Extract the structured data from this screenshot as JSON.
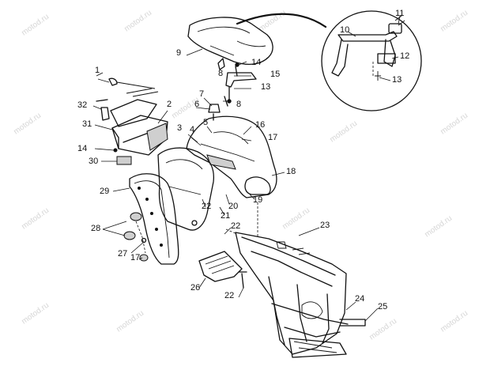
{
  "watermark": "motod.ru",
  "callouts": [
    {
      "id": "c1",
      "text": "1"
    },
    {
      "id": "c2",
      "text": "2"
    },
    {
      "id": "c3",
      "text": "3"
    },
    {
      "id": "c4",
      "text": "4"
    },
    {
      "id": "c5",
      "text": "5"
    },
    {
      "id": "c6",
      "text": "6"
    },
    {
      "id": "c7",
      "text": "7"
    },
    {
      "id": "c8a",
      "text": "8"
    },
    {
      "id": "c8b",
      "text": "8"
    },
    {
      "id": "c9",
      "text": "9"
    },
    {
      "id": "c10",
      "text": "10"
    },
    {
      "id": "c11",
      "text": "11"
    },
    {
      "id": "c12",
      "text": "12"
    },
    {
      "id": "c13a",
      "text": "13"
    },
    {
      "id": "c13b",
      "text": "13"
    },
    {
      "id": "c14a",
      "text": "14"
    },
    {
      "id": "c14b",
      "text": "14"
    },
    {
      "id": "c15",
      "text": "15"
    },
    {
      "id": "c16",
      "text": "16"
    },
    {
      "id": "c17a",
      "text": "17"
    },
    {
      "id": "c17b",
      "text": "17"
    },
    {
      "id": "c18",
      "text": "18"
    },
    {
      "id": "c19",
      "text": "19"
    },
    {
      "id": "c20",
      "text": "20"
    },
    {
      "id": "c21",
      "text": "21"
    },
    {
      "id": "c22a",
      "text": "22"
    },
    {
      "id": "c22b",
      "text": "22"
    },
    {
      "id": "c22c",
      "text": "22"
    },
    {
      "id": "c23",
      "text": "23"
    },
    {
      "id": "c24",
      "text": "24"
    },
    {
      "id": "c25",
      "text": "25"
    },
    {
      "id": "c26",
      "text": "26"
    },
    {
      "id": "c27",
      "text": "27"
    },
    {
      "id": "c28",
      "text": "28"
    },
    {
      "id": "c29",
      "text": "29"
    },
    {
      "id": "c30",
      "text": "30"
    },
    {
      "id": "c31",
      "text": "31"
    },
    {
      "id": "c32",
      "text": "32"
    }
  ]
}
